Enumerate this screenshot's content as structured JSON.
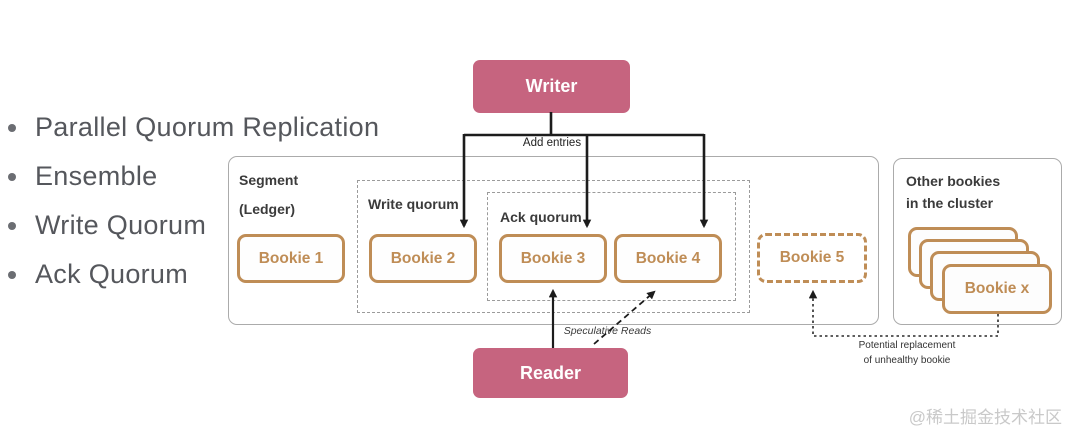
{
  "bullets": [
    "Parallel Quorum Replication",
    "Ensemble",
    "Write Quorum",
    "Ack Quorum"
  ],
  "diagram": {
    "writer_label": "Writer",
    "reader_label": "Reader",
    "add_entries_label": "Add entries",
    "speculative_reads_label": "Speculative Reads",
    "segment_title": "Segment",
    "segment_subtitle": "(Ledger)",
    "write_quorum_label": "Write quorum",
    "ack_quorum_label": "Ack quorum",
    "bookies": [
      "Bookie 1",
      "Bookie 2",
      "Bookie 3",
      "Bookie 4"
    ],
    "bookie5_label": "Bookie 5",
    "other_bookies_line1": "Other bookies",
    "other_bookies_line2": "in the cluster",
    "bookie_x_label": "Bookie x",
    "replacement_line1": "Potential replacement",
    "replacement_line2": "of unhealthy bookie"
  },
  "colors": {
    "accent_pink": "#c6647f",
    "accent_tan": "#bf8d56",
    "arrow_black": "#1c1c1c",
    "panel_border_gray": "#ababab",
    "dashed_gray": "#9b9b9b",
    "text_dark": "#3b3b3b",
    "bullet_text_gray": "#55575c",
    "watermark_gray": "#c9c9c9"
  },
  "watermark": "@稀土掘金技术社区"
}
